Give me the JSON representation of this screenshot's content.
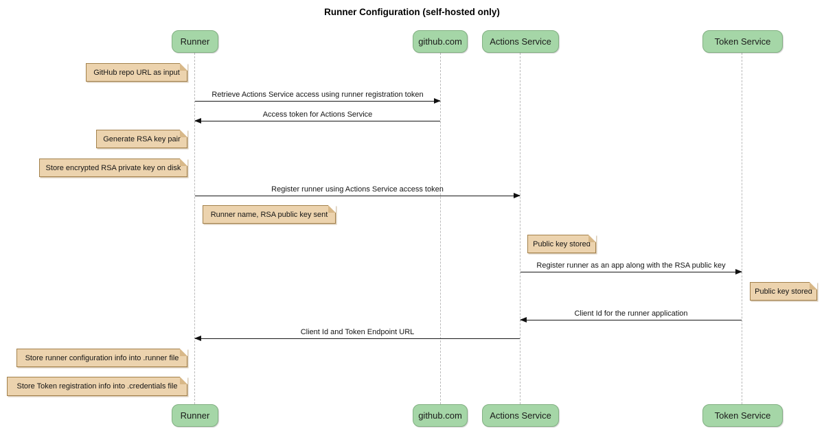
{
  "title": "Runner Configuration (self-hosted only)",
  "diagram_type": "sequence",
  "participants": [
    {
      "id": "runner",
      "label": "Runner"
    },
    {
      "id": "github",
      "label": "github.com"
    },
    {
      "id": "actions_service",
      "label": "Actions Service"
    },
    {
      "id": "token_service",
      "label": "Token Service"
    }
  ],
  "messages": [
    {
      "from": "Runner",
      "to": "github.com",
      "direction": "right",
      "text": "Retrieve Actions Service access using runner registration token"
    },
    {
      "from": "github.com",
      "to": "Runner",
      "direction": "left",
      "text": "Access token for Actions Service"
    },
    {
      "from": "Runner",
      "to": "Actions Service",
      "direction": "right",
      "text": "Register runner using Actions Service access token"
    },
    {
      "from": "Actions Service",
      "to": "Token Service",
      "direction": "right",
      "text": "Register runner as an app along with the RSA public key"
    },
    {
      "from": "Token Service",
      "to": "Actions Service",
      "direction": "left",
      "text": "Client Id for the runner application"
    },
    {
      "from": "Actions Service",
      "to": "Runner",
      "direction": "left",
      "text": "Client Id and Token Endpoint URL"
    }
  ],
  "notes": [
    {
      "attached_to": "Runner",
      "side": "left",
      "text": "GitHub repo URL as input"
    },
    {
      "attached_to": "Runner",
      "side": "left",
      "text": "Generate RSA key pair"
    },
    {
      "attached_to": "Runner",
      "side": "left",
      "text": "Store encrypted RSA private key on disk"
    },
    {
      "attached_to": "Runner",
      "side": "right",
      "text": "Runner name, RSA public key sent"
    },
    {
      "attached_to": "Actions Service",
      "side": "right",
      "text": "Public key stored"
    },
    {
      "attached_to": "Token Service",
      "side": "right",
      "text": "Public key stored"
    },
    {
      "attached_to": "Runner",
      "side": "left",
      "text": "Store runner configuration info into .runner file"
    },
    {
      "attached_to": "Runner",
      "side": "left",
      "text": "Store Token registration info into .credentials file"
    }
  ],
  "colors": {
    "participant_fill": "#a5d6a7",
    "participant_border": "#82b082",
    "note_fill": "#ecd3ae",
    "note_border": "#a2804a",
    "arrow": "#161616",
    "lifeline": "#b9b9b9",
    "background": "#ffffff"
  }
}
